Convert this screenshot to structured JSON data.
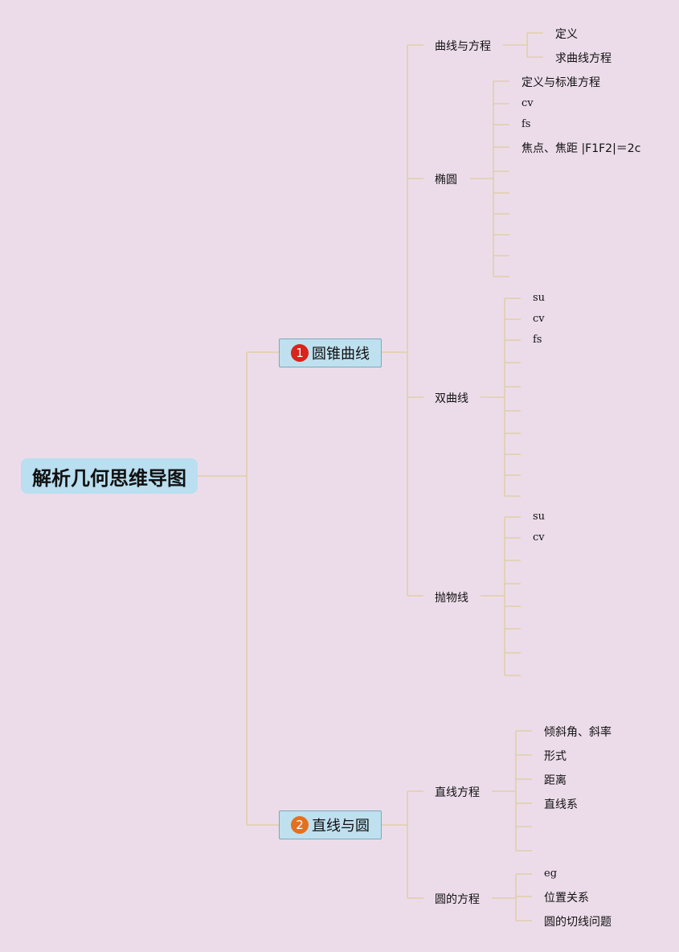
{
  "root": "解析几何思维导图",
  "conic": {
    "badge": "1",
    "label": "圆锥曲线",
    "curve_eq": {
      "label": "曲线与方程",
      "items": [
        "定义",
        "求曲线方程"
      ]
    },
    "ellipse": {
      "label": "椭圆",
      "items": [
        "定义与标准方程",
        "cv",
        "fs",
        "焦点、焦距 |F1F2|＝2c"
      ]
    },
    "hyperbola": {
      "label": "双曲线",
      "items": [
        "su",
        "cv",
        "fs"
      ]
    },
    "parabola": {
      "label": "抛物线",
      "items": [
        "su",
        "cv"
      ]
    }
  },
  "line_circle": {
    "badge": "2",
    "label": "直线与圆",
    "line_eq": {
      "label": "直线方程",
      "items": [
        "倾斜角、斜率",
        "形式",
        "距离",
        "直线系"
      ]
    },
    "circle_eq": {
      "label": "圆的方程",
      "items": [
        "eg",
        "位置关系",
        "圆的切线问题"
      ]
    }
  },
  "line_color": "#e0cfa6"
}
